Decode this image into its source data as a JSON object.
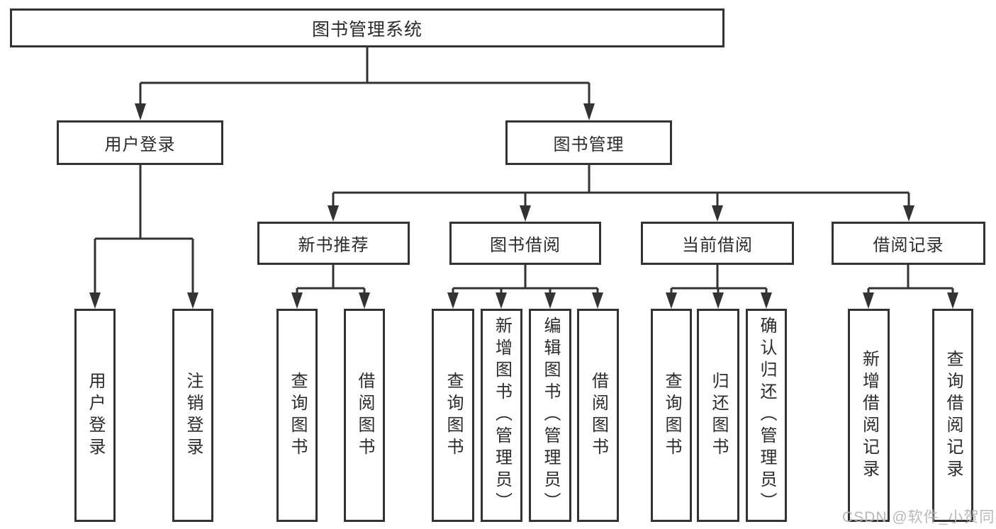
{
  "tree": {
    "root": {
      "label": "图书管理系统",
      "children": [
        {
          "label": "用户登录",
          "children": [
            {
              "label": "用户登录"
            },
            {
              "label": "注销登录"
            }
          ]
        },
        {
          "label": "图书管理",
          "children": [
            {
              "label": "新书推荐",
              "children": [
                {
                  "label": "查询图书"
                },
                {
                  "label": "借阅图书"
                }
              ]
            },
            {
              "label": "图书借阅",
              "children": [
                {
                  "label": "查询图书"
                },
                {
                  "label": "新增图书（管理员）"
                },
                {
                  "label": "编辑图书（管理员）"
                },
                {
                  "label": "借阅图书"
                }
              ]
            },
            {
              "label": "当前借阅",
              "children": [
                {
                  "label": "查询图书"
                },
                {
                  "label": "归还图书"
                },
                {
                  "label": "确认归还（管理员）"
                }
              ]
            },
            {
              "label": "借阅记录",
              "children": [
                {
                  "label": "新增借阅记录"
                },
                {
                  "label": "查询借阅记录"
                }
              ]
            }
          ]
        }
      ]
    }
  },
  "watermark": {
    "text": "CSDN @软件_小贺同学"
  },
  "colors": {
    "line": "#333333",
    "border": "#333333",
    "text": "#2b2b2b",
    "background": "#ffffff",
    "watermark": "#b3b3b3"
  }
}
